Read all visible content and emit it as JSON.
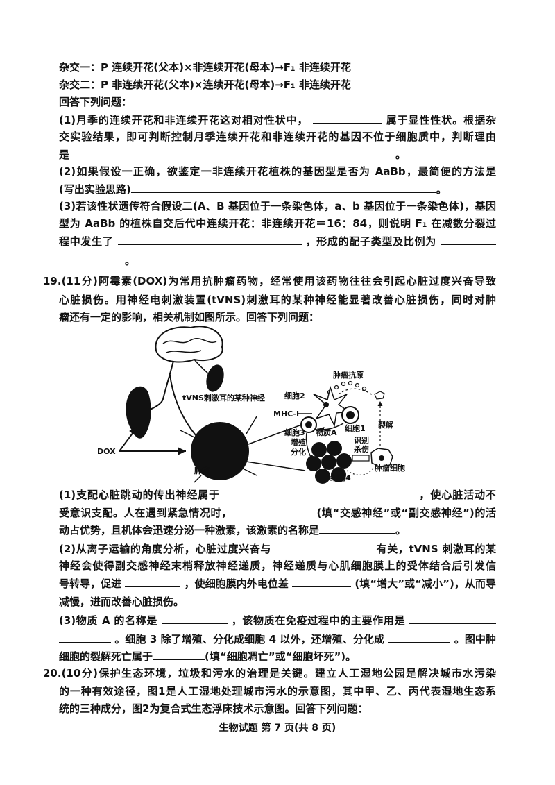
{
  "q18": {
    "cross1": "杂交一：P 连续开花(父本)×非连续开花(母本)→F₁ 非连续开花",
    "cross2": "杂交二：P 非连续开花(父本)×连续开花(母本)→F₁ 非连续开花",
    "prompt": "回答下列问题：",
    "p1_a": "(1)月季的连续开花和非连续开花这对相对性状中，",
    "p1_b": "属于显性性状。根据杂",
    "p1_c": "交实验结果，即可判断控制月季连续开花和非连续开花的基因不位于细胞质中，判断理由",
    "p1_d": "是",
    "period": "。",
    "p2_a": "(2)如果假设一正确，欲鉴定一非连续开花植株的基因型是否为 AaBb，最简便的方法是",
    "p2_b": "(写出实验思路)",
    "p3_a": "(3)若该性状遗传符合假设二(A、B 基因位于一条染色体，a、b 基因位于一条染色体)，基因",
    "p3_b": "型为 AaBb 的植株自交后代中连续开花：非连续开花＝16：84，则说明 F₁ 在减数分裂过",
    "p3_c": "程中发生了",
    "p3_d": "，形成的配子类型及比例为"
  },
  "q19": {
    "intro_1": "19.(11分)阿霉素(DOX)为常用抗肿瘤药物，经常使用该药物往往会引起心脏过度兴奋导致",
    "intro_2": "心脏损伤。用神经电刺激装置(tVNS)刺激耳的某种神经能显著改善心脏损伤，同时对肿",
    "intro_3": "瘤还有一定的影响，相关机制如图所示。回答下列问题：",
    "figure": {
      "tvns": "tVNS刺激耳的某种神经",
      "dox": "DOX",
      "tumor": "肿瘤",
      "tumor_antigen": "肿瘤抗原",
      "cell2": "细胞2",
      "mhc": "MHC-I",
      "cell1": "细胞1",
      "cell3": "细胞3",
      "substance_a": "物质A",
      "prolif_1": "增殖",
      "prolif_2": "分化",
      "recog_1": "识别",
      "recog_2": "杀伤",
      "lysis": "裂解",
      "tumor_cell": "肿瘤细胞",
      "cell4": "细胞4"
    },
    "p1_a": "(1)支配心脏跳动的传出神经属于",
    "p1_b": "，使心脏活动不",
    "p1_c": "受意识支配。人在遇到紧急情况时，",
    "p1_d": "(填“交感神经”或“副交感神经”)的活",
    "p1_e": "动占优势，且机体会迅速分泌一种激素，该激素的名称是",
    "p2_a": "(2)从离子运输的角度分析，心脏过度兴奋与",
    "p2_b": "有关，tVNS 刺激耳的某",
    "p2_c": "神经会使得副交感神经末梢释放神经递质，神经递质与心肌细胞膜上的受体结合后引发信",
    "p2_d": "号转导，促进",
    "p2_e": "，使细胞膜内外电位差",
    "p2_f": "(填“增大”或“减小”)，从而导致心跳",
    "p2_g": "减慢，进而改善心脏损伤。",
    "p3_a": "(3)物质 A 的名称是",
    "p3_b": "，该物质在免疫过程中的主要作用是",
    "p3_c": "。细胞 3 除了增殖、分化成细胞 4 以外，还增殖、分化成",
    "p3_d": "。图中肿瘤",
    "p3_e": "细胞的裂解死亡属于",
    "p3_f": "(填“细胞凋亡”或“细胞坏死”)。"
  },
  "q20": {
    "line_1": "20.(10分)保护生态环境，垃圾和污水的治理是关键。建立人工湿地公园是解决城市水污染",
    "line_2": "的一种有效途径，图1是人工湿地处理城市污水的示意图，其中甲、乙、丙代表湿地生态系",
    "line_3": "统的三种成分，图2为复合式生态浮床技术示意图。回答下列问题："
  },
  "footer": "生物试题  第 7 页(共 8 页)"
}
